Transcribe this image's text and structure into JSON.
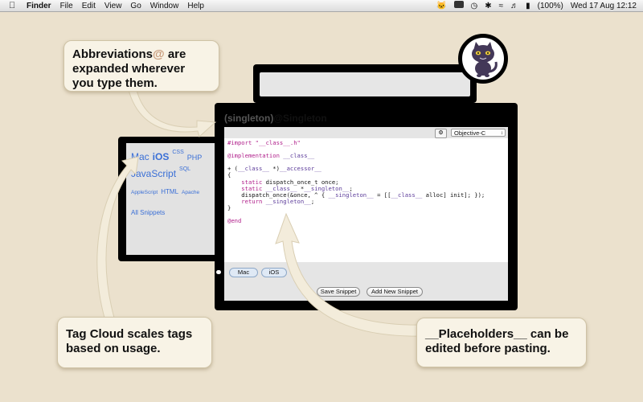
{
  "menubar": {
    "app": "Finder",
    "items": [
      "File",
      "Edit",
      "View",
      "Go",
      "Window",
      "Help"
    ],
    "battery": "(100%)",
    "datetime": "Wed 17 Aug  12:12"
  },
  "callouts": {
    "abbrev": {
      "word": "Abbreviations",
      "at": "@",
      "rest1": " are",
      "line2": "expanded wherever",
      "line3": "you type them."
    },
    "tagcloud": {
      "line1": "Tag Cloud scales tags",
      "line2": "based on usage."
    },
    "placeholders": {
      "line1": "__Placeholders__ can be",
      "line2": "edited before pasting."
    }
  },
  "tags": {
    "mac": "Mac",
    "ios": "iOS",
    "css": "CSS",
    "php": "PHP",
    "javascript": "JavaScript",
    "sql": "SQL",
    "applescript": "AppleScript",
    "html": "HTML",
    "apache": "Apache",
    "all": "All Snippets"
  },
  "snippet": {
    "abbreviation": "(singleton)",
    "name": "@Singleton",
    "language": "Objective-C",
    "code": {
      "l1_kw": "#import ",
      "l1_str": "\"__class__.h\"",
      "l3_kw": "@implementation ",
      "l3_ph": "__class__",
      "l5_a": "+ (",
      "l5_b": "__class__",
      "l5_c": " *)",
      "l5_d": "__accessor__",
      "l6": "{",
      "l7_kw": "    static ",
      "l7_rest": "dispatch_once_t once;",
      "l8_kw": "    static ",
      "l8_a": "__class__",
      "l8_b": " *",
      "l8_c": "__singleton__",
      "l8_d": ";",
      "l9_a": "    dispatch_once(&once, ^ { ",
      "l9_b": "__singleton__",
      "l9_c": " = [[",
      "l9_d": "__class__",
      "l9_e": " alloc] init]; });",
      "l10_kw": "    return ",
      "l10_ph": "__singleton__",
      "l10_end": ";",
      "l11": "}",
      "l13_kw": "@end"
    },
    "tag_pills": [
      "Mac",
      "iOS"
    ],
    "save_label": "Save Snippet",
    "add_label": "Add New Snippet"
  }
}
